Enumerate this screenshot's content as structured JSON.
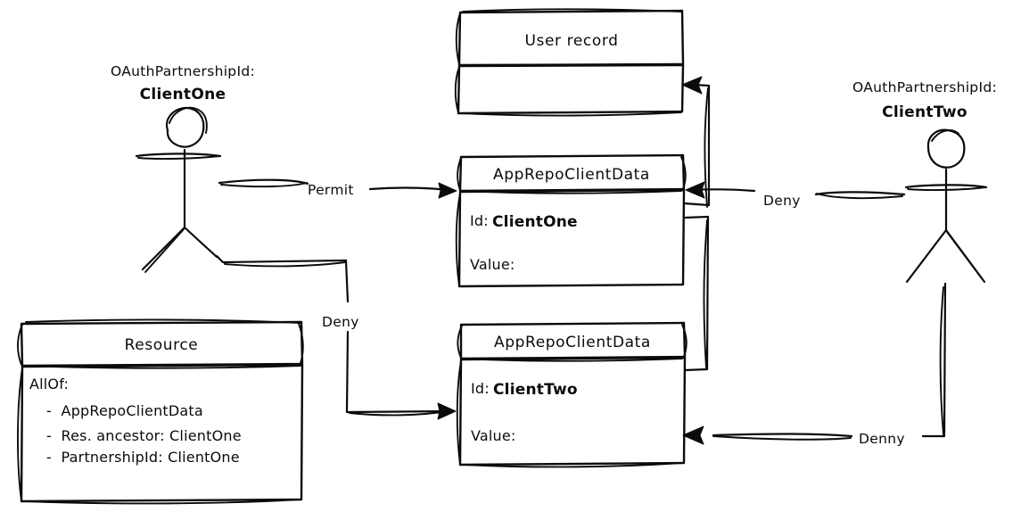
{
  "diagram": {
    "title": "OAuth partnership authorization diagram",
    "style": "hand-drawn whiteboard sketch",
    "background_color": "#ffffff",
    "ink_color": "#0b0b0b"
  },
  "actors": [
    {
      "id": "client-one",
      "label_line1": "OAuthPartnershipId:",
      "label_line2": "ClientOne",
      "icon": "stick-figure-icon"
    },
    {
      "id": "client-two",
      "label_line1": "OAuthPartnershipId:",
      "label_line2": "ClientTwo",
      "icon": "stick-figure-icon"
    }
  ],
  "nodes": [
    {
      "id": "user-record",
      "title": "User record",
      "rows": []
    },
    {
      "id": "app-repo-client-data-one",
      "title": "AppRepoClientData",
      "rows": [
        {
          "label": "Id:",
          "value": "ClientOne"
        },
        {
          "label": "Value:",
          "value": ""
        }
      ]
    },
    {
      "id": "app-repo-client-data-two",
      "title": "AppRepoClientData",
      "rows": [
        {
          "label": "Id:",
          "value": "ClientTwo"
        },
        {
          "label": "Value:",
          "value": ""
        }
      ]
    },
    {
      "id": "resource",
      "title": "Resource",
      "body_header": "AllOf:",
      "bullets": [
        "-  AppRepoClientData",
        "-  Res. ancestor: ClientOne",
        "-  PartnershipId: ClientOne"
      ]
    }
  ],
  "edges": [
    {
      "id": "edge-permit",
      "label": "Permit",
      "from": "client-one",
      "to": "app-repo-client-data-one"
    },
    {
      "id": "edge-deny-left",
      "label": "Deny",
      "from": "client-one",
      "to": "app-repo-client-data-two"
    },
    {
      "id": "edge-deny-right",
      "label": "Deny",
      "from": "client-two",
      "to": "app-repo-client-data-one"
    },
    {
      "id": "edge-denny-right",
      "label": "Denny",
      "from": "client-two",
      "to": "app-repo-client-data-two"
    }
  ]
}
